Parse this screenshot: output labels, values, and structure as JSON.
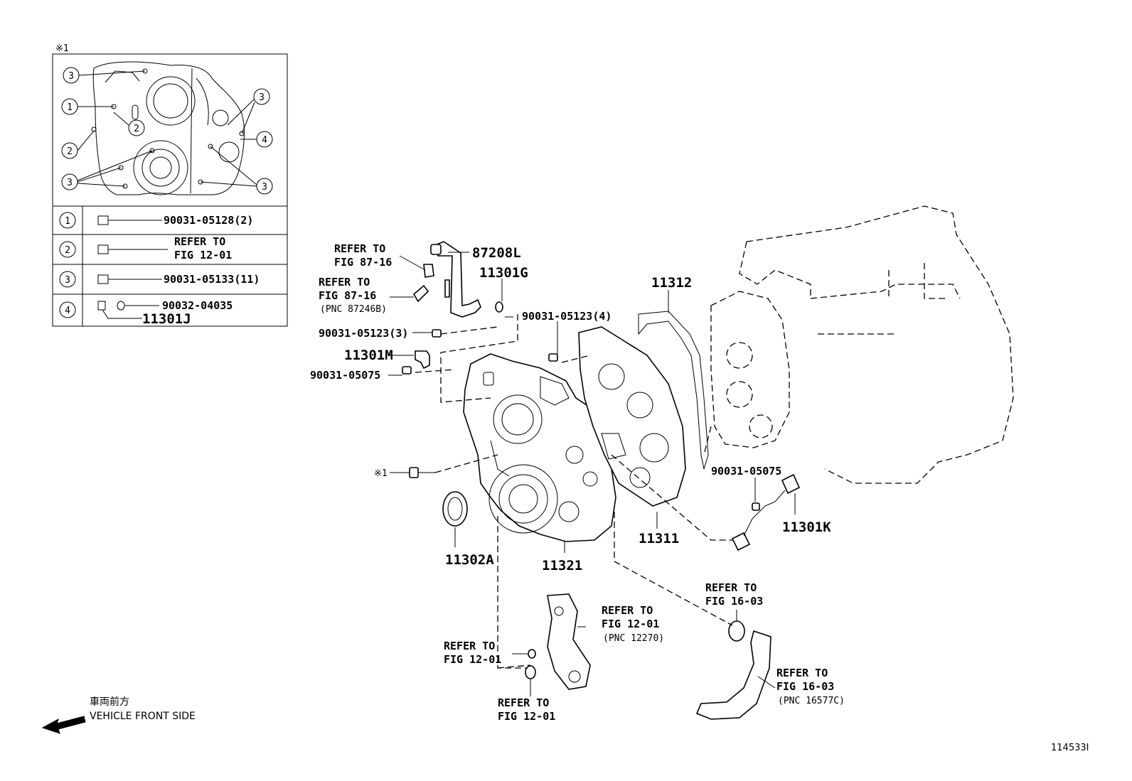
{
  "inset": {
    "mark": "※1",
    "callouts": [
      "1",
      "2",
      "3",
      "4"
    ]
  },
  "legend": [
    {
      "num": "1",
      "line1": "90031-05128(2)",
      "line2": ""
    },
    {
      "num": "2",
      "line1": "REFER TO",
      "line2": "FIG 12-01"
    },
    {
      "num": "3",
      "line1": "90031-05133(11)",
      "line2": ""
    },
    {
      "num": "4",
      "line1": "90032-04035",
      "line2": "11301J"
    }
  ],
  "labels": {
    "refer_87_16_a_1": "REFER TO",
    "refer_87_16_a_2": "FIG 87-16",
    "refer_87_16_b_1": "REFER TO",
    "refer_87_16_b_2": "FIG 87-16",
    "refer_87_16_b_3": "(PNC 87246B)",
    "p87208L": "87208L",
    "p11301G": "11301G",
    "p11312": "11312",
    "p90031_05123_4": "90031-05123(4)",
    "p90031_05123_3": "90031-05123(3)",
    "p11301M": "11301M",
    "p90031_05075_a": "90031-05075",
    "mark1": "※1",
    "p90031_05075_b": "90031-05075",
    "p11301K": "11301K",
    "p11311": "11311",
    "p11302A": "11302A",
    "p11321": "11321",
    "refer_12_01_a_1": "REFER TO",
    "refer_12_01_a_2": "FIG 12-01",
    "refer_12_01_a_3": "(PNC 12270)",
    "refer_12_01_b_1": "REFER TO",
    "refer_12_01_b_2": "FIG 12-01",
    "refer_12_01_c_1": "REFER TO",
    "refer_12_01_c_2": "FIG 12-01",
    "refer_16_03_a_1": "REFER TO",
    "refer_16_03_a_2": "FIG 16-03",
    "refer_16_03_b_1": "REFER TO",
    "refer_16_03_b_2": "FIG 16-03",
    "refer_16_03_b_3": "(PNC 16577C)",
    "front_jp": "車両前方",
    "front_en": "VEHICLE FRONT SIDE",
    "fig_id": "114533I"
  }
}
